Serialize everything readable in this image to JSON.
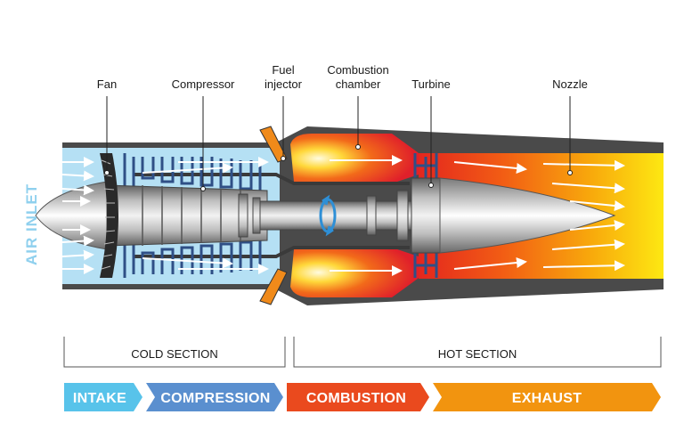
{
  "labels": {
    "fan": "Fan",
    "compressor": "Compressor",
    "fuel_injector_line1": "Fuel",
    "fuel_injector_line2": "injector",
    "combustion_line1": "Combustion",
    "combustion_line2": "chamber",
    "turbine": "Turbine",
    "nozzle": "Nozzle",
    "air_inlet": "AIR INLET"
  },
  "sections": {
    "cold": "COLD SECTION",
    "hot": "HOT SECTION"
  },
  "stages": [
    {
      "label": "INTAKE",
      "color": "#58c3ea"
    },
    {
      "label": "COMPRESSION",
      "color": "#5a8fcf"
    },
    {
      "label": "COMBUSTION",
      "color": "#ea4a1e"
    },
    {
      "label": "EXHAUST",
      "color": "#f2940f"
    }
  ],
  "colors": {
    "casing": "#4a4a4a",
    "cold_air": "#b5e0f4",
    "combustion_red": "#e3202a",
    "shaft_grey": "#8a8a8a",
    "rotation_arrow": "#2e8fd6"
  }
}
